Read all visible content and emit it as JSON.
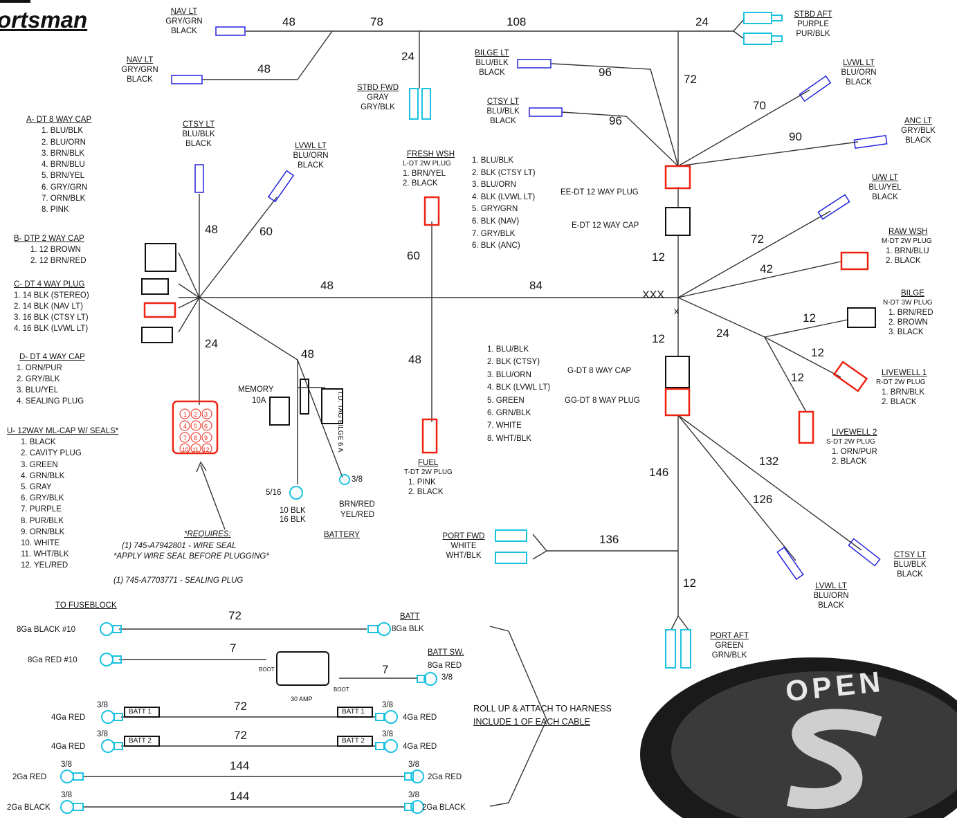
{
  "brand": {
    "title": "ortsman",
    "logo_text": "OPEN"
  },
  "colors": {
    "wire": "#333333",
    "blue_connector": "#2222dd",
    "cyan_connector": "#19c3e0",
    "red_connector": "#ee2211",
    "black_connector": "#111111"
  },
  "wire_lengths": {
    "w48_navlt_top": "48",
    "w78": "78",
    "w108": "108",
    "w24_stbd_aft": "24",
    "w48_navlt_2": "48",
    "w24_stbd_fwd": "24",
    "w96_bilge": "96",
    "w72_main": "72",
    "w96_ctsy": "96",
    "w70_lvwl": "70",
    "w90_anc": "90",
    "w48_ctsy_left": "48",
    "w60_lvwl_left": "60",
    "w60_fresh": "60",
    "w72_uw": "72",
    "w42_raw": "42",
    "w12_plug": "12",
    "w48_main_left": "48",
    "w84_main": "84",
    "w12_bilge": "12",
    "w24_junction": "24",
    "w12_lower": "12",
    "w24_down": "24",
    "w48_battery": "48",
    "w48_fuel": "48",
    "w12_livewell1": "12",
    "w12_livewell2": "12",
    "w146": "146",
    "w132": "132",
    "w126": "126",
    "w136": "136",
    "w12_port_aft": "12"
  },
  "connectors": {
    "nav_lt_1": {
      "title": "NAV LT",
      "c1": "GRY/GRN",
      "c2": "BLACK"
    },
    "nav_lt_2": {
      "title": "NAV LT",
      "c1": "GRY/GRN",
      "c2": "BLACK"
    },
    "stbd_aft": {
      "title": "STBD AFT",
      "c1": "PURPLE",
      "c2": "PUR/BLK"
    },
    "stbd_fwd": {
      "title": "STBD FWD",
      "c1": "GRAY",
      "c2": "GRY/BLK"
    },
    "bilge_lt": {
      "title": "BILGE LT",
      "c1": "BLU/BLK",
      "c2": "BLACK"
    },
    "ctsy_lt_top": {
      "title": "CTSY LT",
      "c1": "BLU/BLK",
      "c2": "BLACK"
    },
    "lvwl_lt_top": {
      "title": "LVWL LT",
      "c1": "BLU/ORN",
      "c2": "BLACK"
    },
    "anc_lt": {
      "title": "ANC LT",
      "c1": "GRY/BLK",
      "c2": "BLACK"
    },
    "uw_lt": {
      "title": "U/W LT",
      "c1": "BLU/YEL",
      "c2": "BLACK"
    },
    "ctsy_lt_left": {
      "title": "CTSY LT",
      "c1": "BLU/BLK",
      "c2": "BLACK"
    },
    "lvwl_lt_left": {
      "title": "LVWL LT",
      "c1": "BLU/ORN",
      "c2": "BLACK"
    },
    "raw_wsh": {
      "title": "RAW WSH",
      "sub": "M-DT 2W PLUG",
      "c1": "1. BRN/BLU",
      "c2": "2. BLACK"
    },
    "bilge": {
      "title": "BILGE",
      "sub": "N-DT 3W PLUG",
      "c1": "1. BRN/RED",
      "c2": "2. BROWN",
      "c3": "3. BLACK"
    },
    "livewell1": {
      "title": "LIVEWELL 1",
      "sub": "R-DT 2W PLUG",
      "c1": "1. BRN/BLK",
      "c2": "2. BLACK"
    },
    "livewell2": {
      "title": "LIVEWELL 2",
      "sub": "S-DT 2W PLUG",
      "c1": "1. ORN/PUR",
      "c2": "2. BLACK"
    },
    "fresh_wsh": {
      "title": "FRESH WSH",
      "sub": "L-DT 2W PLUG",
      "c1": "1. BRN/YEL",
      "c2": "2. BLACK"
    },
    "fuel": {
      "title": "FUEL",
      "sub": "T-DT 2W PLUG",
      "c1": "1. PINK",
      "c2": "2. BLACK"
    },
    "port_fwd": {
      "title": "PORT FWD",
      "c1": "WHITE",
      "c2": "WHT/BLK"
    },
    "ctsy_lt_bottom": {
      "title": "CTSY LT",
      "c1": "BLU/BLK",
      "c2": "BLACK"
    },
    "lvwl_lt_bottom": {
      "title": "LVWL LT",
      "c1": "BLU/ORN",
      "c2": "BLACK"
    },
    "port_aft": {
      "title": "PORT AFT",
      "c1": "GREEN",
      "c2": "GRN/BLK"
    }
  },
  "plug_labels": {
    "ee": "EE-DT 12 WAY PLUG",
    "e": "E-DT 12 WAY CAP",
    "g": "G-DT 8 WAY CAP",
    "gg": "GG-DT 8 WAY PLUG",
    "xxx": "XXX",
    "x": "x"
  },
  "ee_pins": [
    "1. BLU/BLK",
    "2. BLK (CTSY LT)",
    "3. BLU/ORN",
    "4. BLK (LVWL LT)",
    "5. GRY/GRN",
    "6. BLK (NAV)",
    "7. GRY/BLK",
    "6. BLK (ANC)"
  ],
  "g_pins": [
    "1. BLU/BLK",
    "2. BLK (CTSY)",
    "3. BLU/ORN",
    "4. BLK (LVWL LT)",
    "5. GREEN",
    "6. GRN/BLK",
    "7. WHITE",
    "8. WHT/BLK"
  ],
  "legend_a": {
    "title": "A- DT 8 WAY CAP",
    "pins": [
      "1. BLU/BLK",
      "2. BLU/ORN",
      "3. BRN/BLK",
      "4. BRN/BLU",
      "5. BRN/YEL",
      "6. GRY/GRN",
      "7. ORN/BLK",
      "8. PINK"
    ]
  },
  "legend_b": {
    "title": "B- DTP 2 WAY CAP",
    "pins": [
      "1. 12 BROWN",
      "2. 12 BRN/RED"
    ]
  },
  "legend_c": {
    "title": "C- DT 4 WAY PLUG",
    "pins": [
      "1. 14 BLK (STEREO)",
      "2. 14 BLK (NAV LT)",
      "3. 16 BLK (CTSY LT)",
      "4. 16 BLK (LVWL LT)"
    ]
  },
  "legend_d": {
    "title": "D- DT 4 WAY CAP",
    "pins": [
      "1. ORN/PUR",
      "2. GRY/BLK",
      "3. BLU/YEL",
      "4. SEALING PLUG"
    ]
  },
  "legend_u": {
    "title": "U- 12WAY ML-CAP W/ SEALS*",
    "pins": [
      "1. BLACK",
      "2. CAVITY PLUG",
      "3. GREEN",
      "4. GRN/BLK",
      "5. GRAY",
      "6. GRY/BLK",
      "7. PURPLE",
      "8. PUR/BLK",
      "9. ORN/BLK",
      "10. WHITE",
      "11. WHT/BLK",
      "12. YEL/RED"
    ]
  },
  "requires": {
    "title": "*REQUIRES:",
    "line1": "(1) 745-A7942801 - WIRE SEAL",
    "line2": "*APPLY WIRE SEAL BEFORE PLUGGING*",
    "line3": "(1) 745-A7703771 - SEALING PLUG"
  },
  "battery_area": {
    "memory": "MEMORY",
    "fuse": "10A",
    "tag1": "I.D.",
    "tag2": "TAG",
    "tag3": "BILGE",
    "tag4": "6 A",
    "ring1": "5/16",
    "ring2": "3/8",
    "blk1": "10 BLK",
    "blk2": "16 BLK",
    "brnred": "BRN/RED",
    "yelred": "YEL/RED",
    "battery": "BATTERY"
  },
  "cables": {
    "to_fuseblock": "TO FUSEBLOCK",
    "row1": {
      "left": "8Ga BLACK #10",
      "len": "72",
      "right_title": "BATT",
      "right": "8Ga BLK"
    },
    "row2": {
      "left": "8Ga RED #10",
      "len": "7",
      "len2": "7",
      "right_title": "BATT SW.",
      "right1": "8Ga RED",
      "right2": "3/8",
      "boot1": "BOOT",
      "boot2": "BOOT",
      "amp": "30 AMP"
    },
    "row3": {
      "left": "4Ga RED",
      "size": "3/8",
      "tag": "BATT 1",
      "len": "72",
      "right": "4Ga RED"
    },
    "row4": {
      "left": "4Ga RED",
      "size": "3/8",
      "tag": "BATT 2",
      "len": "72",
      "right": "4Ga RED"
    },
    "row5": {
      "left": "2Ga RED",
      "size": "3/8",
      "len": "144",
      "right": "2Ga RED"
    },
    "row6": {
      "left": "2Ga BLACK",
      "size": "3/8",
      "len": "144",
      "right": "2Ga BLACK"
    },
    "note1": "ROLL UP & ATTACH TO HARNESS",
    "note2": "INCLUDE 1 OF EACH CABLE",
    "u_pins": [
      "1",
      "2",
      "3",
      "4",
      "5",
      "6",
      "7",
      "8",
      "9",
      "10",
      "11",
      "12"
    ]
  }
}
